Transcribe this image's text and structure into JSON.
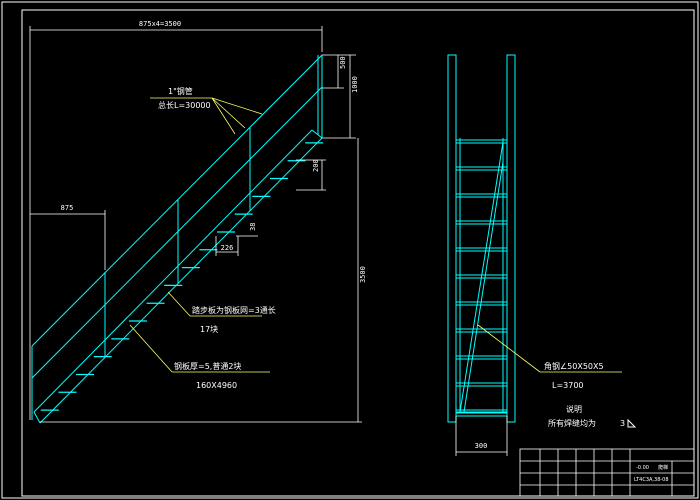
{
  "drawing": {
    "colors": {
      "background": "#000000",
      "structure": "#00ffff",
      "dimension": "#ffffff",
      "border": "#ffffff",
      "leader": "#ffff66"
    },
    "side_view": {
      "top_dimension": "875x4=3500",
      "left_dimension": "875",
      "rail_label_line1": "1\"钢管",
      "rail_label_line2": "总长L=30000",
      "dim_500": "500",
      "dim_1000": "1000",
      "dim_200": "200",
      "dim_226": "226",
      "dim_38": "38",
      "dim_3500": "3500",
      "tread_note_line1": "踏步板为钢板网=3通长",
      "tread_note_line2": "17块",
      "stringer_note_line1": "钢板厚=5,普通2块",
      "stringer_note_line2": "160X4960"
    },
    "front_view": {
      "angle_label_line1": "角钢∠50X50X5",
      "angle_label_line2": "L=3700",
      "width_dimension": "300"
    },
    "notes": {
      "title": "说明",
      "body": "所有焊缝均为",
      "weld_size": "3"
    },
    "title_block": {
      "elevation": "-0.00",
      "drawing_name": "爬梯",
      "drawing_code": "LT4C3A,38-08"
    }
  }
}
